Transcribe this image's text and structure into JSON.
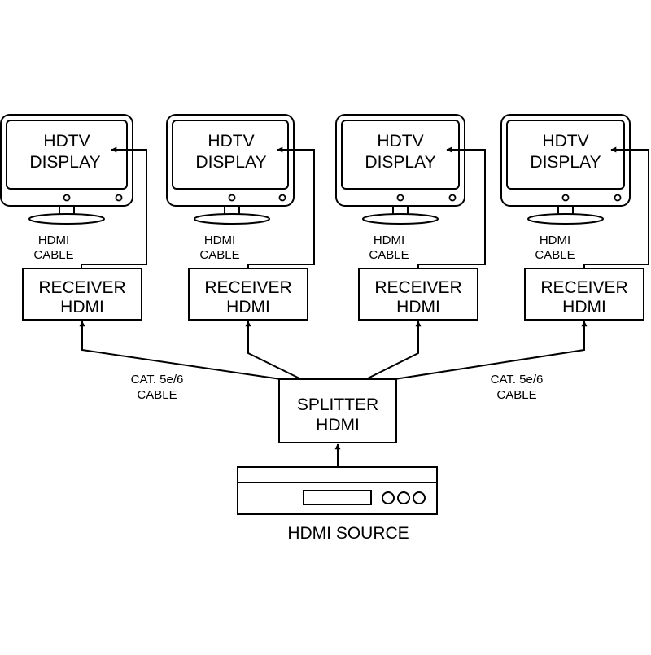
{
  "displays": [
    {
      "line1": "HDTV",
      "line2": "DISPLAY",
      "cable1": "HDMI",
      "cable2": "CABLE"
    },
    {
      "line1": "HDTV",
      "line2": "DISPLAY",
      "cable1": "HDMI",
      "cable2": "CABLE"
    },
    {
      "line1": "HDTV",
      "line2": "DISPLAY",
      "cable1": "HDMI",
      "cable2": "CABLE"
    },
    {
      "line1": "HDTV",
      "line2": "DISPLAY",
      "cable1": "HDMI",
      "cable2": "CABLE"
    }
  ],
  "receivers": [
    {
      "line1": "RECEIVER",
      "line2": "HDMI"
    },
    {
      "line1": "RECEIVER",
      "line2": "HDMI"
    },
    {
      "line1": "RECEIVER",
      "line2": "HDMI"
    },
    {
      "line1": "RECEIVER",
      "line2": "HDMI"
    }
  ],
  "splitter": {
    "line1": "SPLITTER",
    "line2": "HDMI"
  },
  "cat_cable_left": {
    "line1": "CAT. 5e/6",
    "line2": "CABLE"
  },
  "cat_cable_right": {
    "line1": "CAT. 5e/6",
    "line2": "CABLE"
  },
  "source": {
    "label": "HDMI SOURCE"
  },
  "colors": {
    "stroke": "#000000",
    "background": "#ffffff"
  }
}
